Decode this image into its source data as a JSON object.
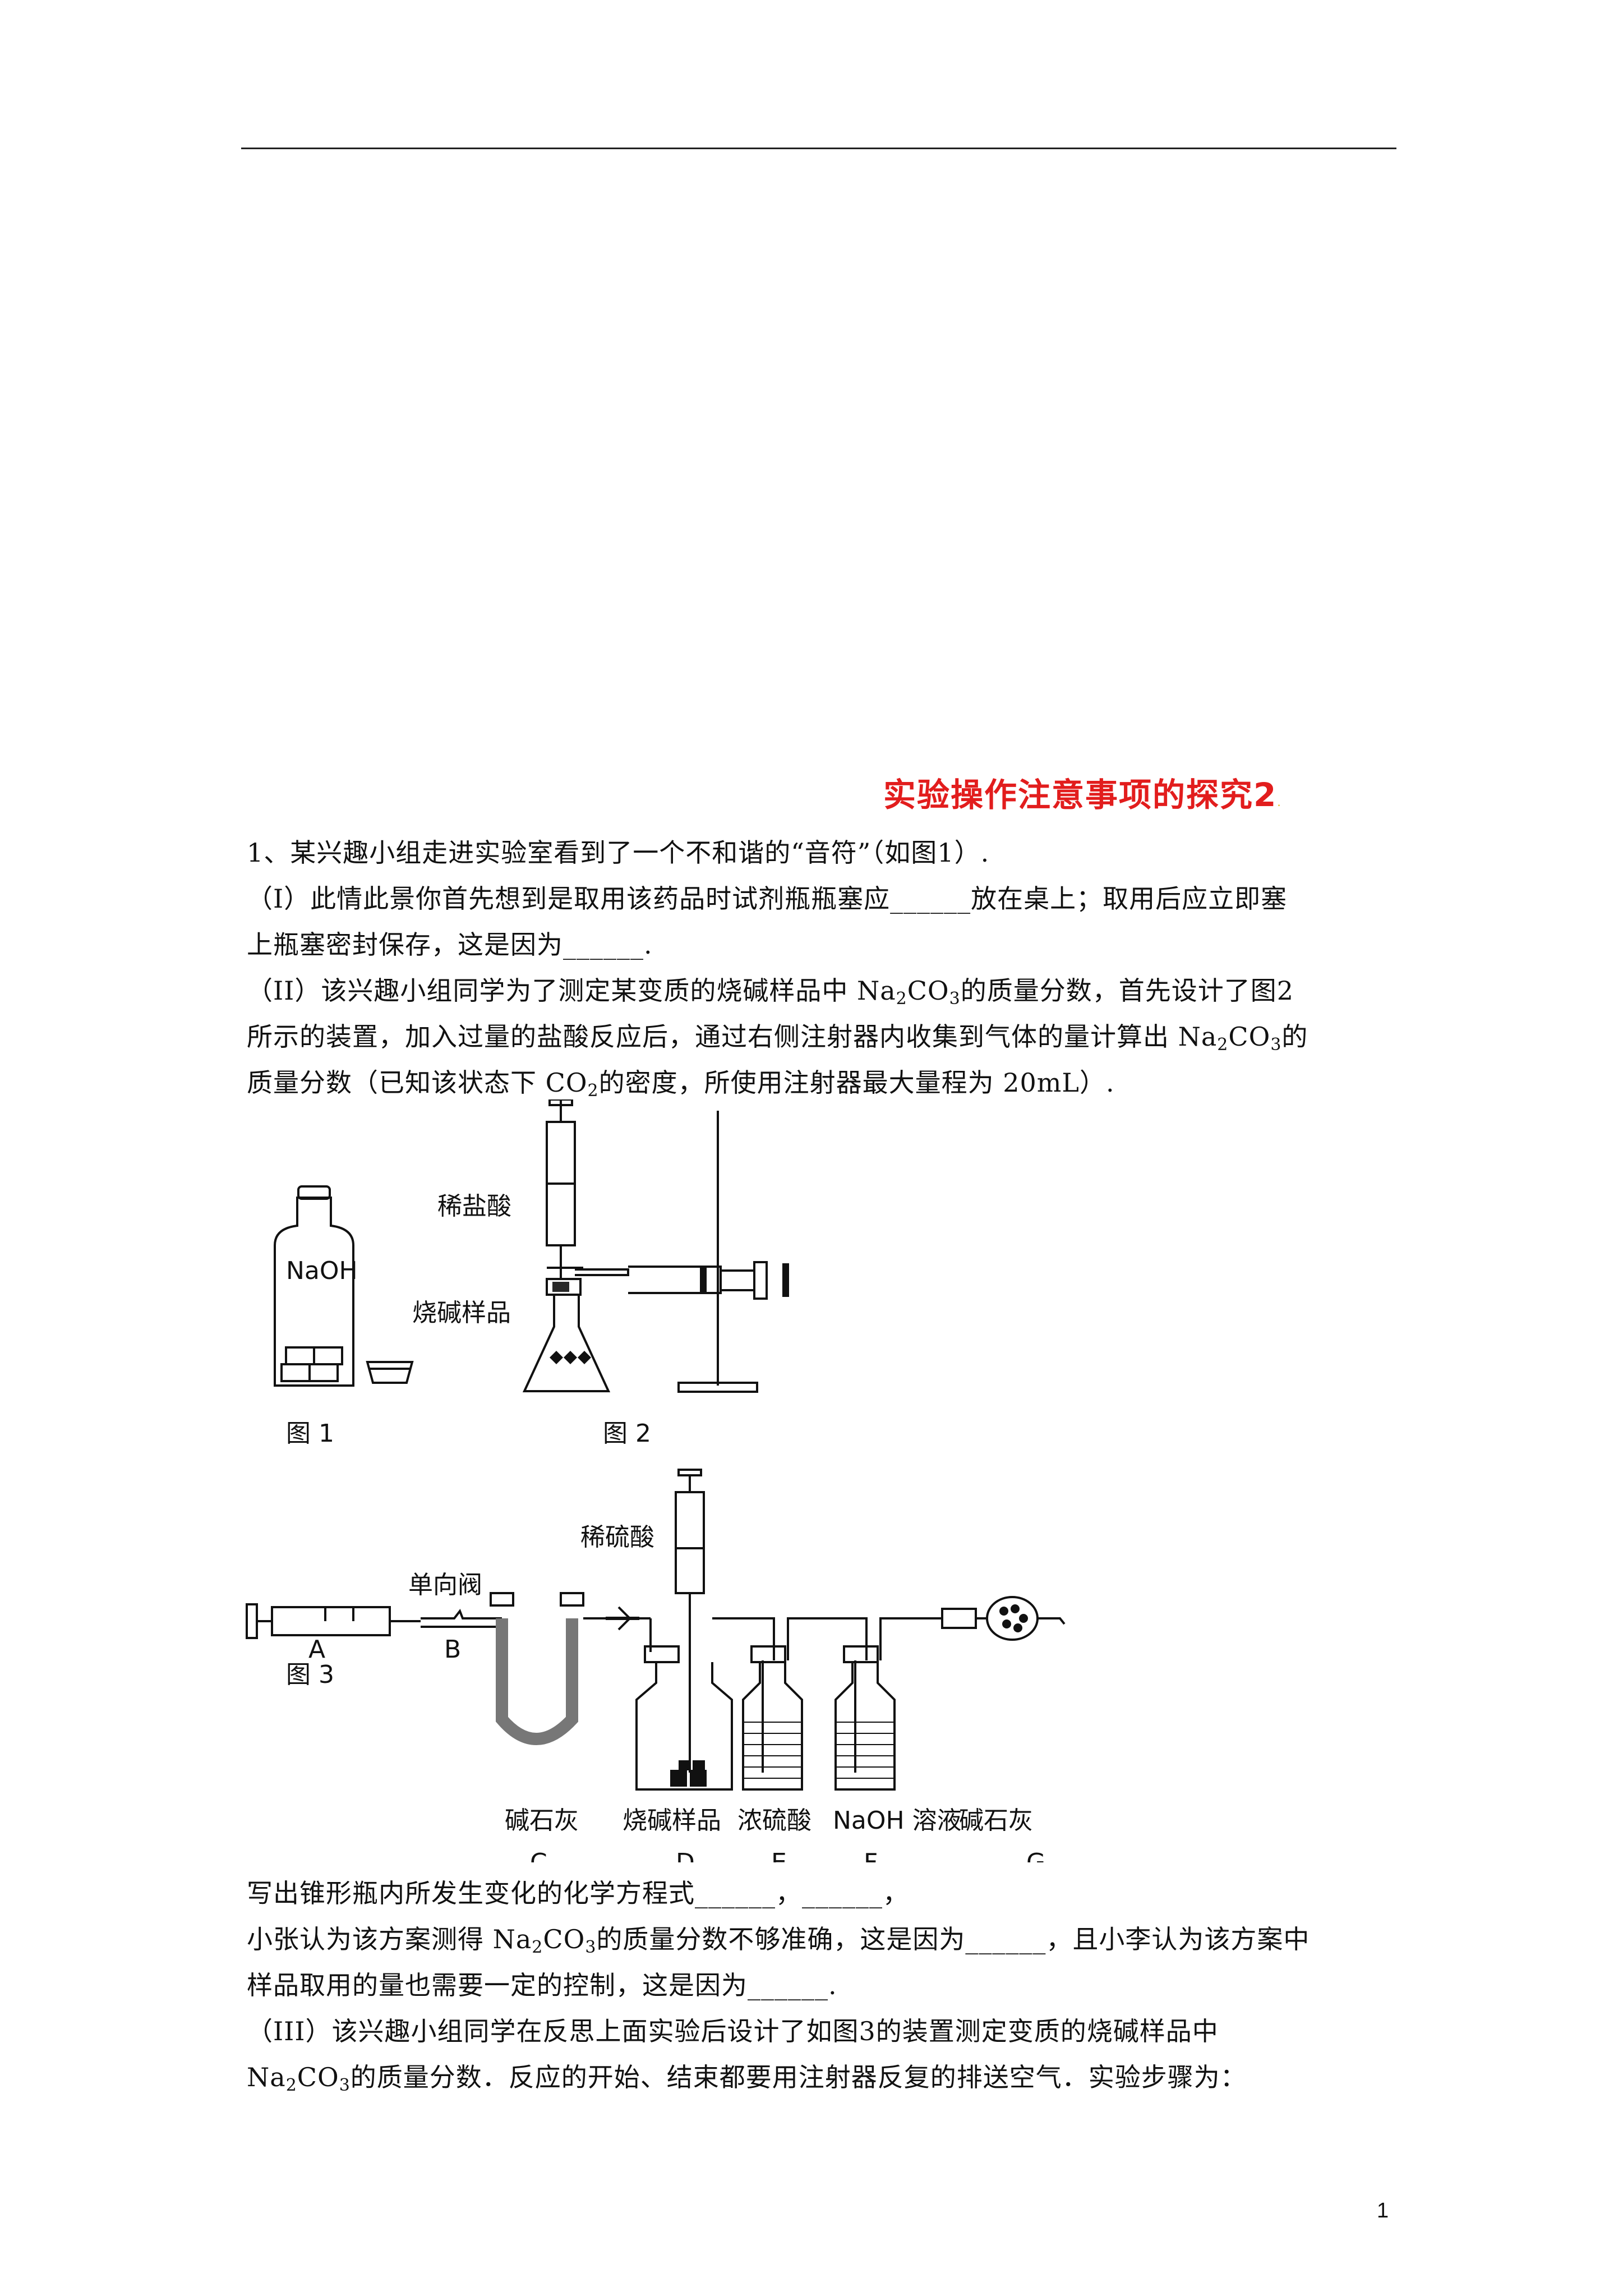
{
  "title": {
    "main": "实验操作注意事项的探究2",
    "tail": "."
  },
  "question": {
    "line1": "1、某兴趣小组走进实验室看到了一个不和谐的“音符”（如图1）.",
    "line2": "（I）此情此景你首先想到是取用该药品时试剂瓶瓶塞应______放在桌上；取用后应立即塞",
    "line3": "上瓶塞密封保存，这是因为______.",
    "line4a": "（II）该兴趣小组同学为了测定某变质的烧碱样品中 Na",
    "line4b": "CO",
    "line4c": "的质量分数，首先设计了图2",
    "line5a": "所示的装置，加入过量的盐酸反应后，通过右侧注射器内收集到气体的量计算出 Na",
    "line5b": "CO",
    "line5c": "的",
    "line6a": "质量分数（已知该状态下 CO",
    "line6b": "的密度，所使用注射器最大量程为 20mL）.",
    "sub2": "2",
    "sub3": "3",
    "line7": "写出锥形瓶内所发生变化的化学方程式______，______，",
    "line8a": "小张认为该方案测得 Na",
    "line8b": "CO",
    "line8c": "的质量分数不够准确，这是因为______，且小李认为该方案中",
    "line9": "样品取用的量也需要一定的控制，这是因为______.",
    "line10": "（III）该兴趣小组同学在反思上面实验后设计了如图3的装置测定变质的烧碱样品中",
    "line11a": "Na",
    "line11b": "CO",
    "line11c": "的质量分数．反应的开始、结束都要用注射器反复的排送空气．实验步骤为："
  },
  "figures": {
    "fig1": {
      "bottle_label": "NaOH",
      "caption": "图 1"
    },
    "fig2": {
      "acid_label": "稀盐酸",
      "sample_label": "烧碱样品",
      "caption": "图 2"
    },
    "fig3": {
      "acid_label": "稀硫酸",
      "valve_label": "单向阀",
      "caption": "图 3",
      "letters": [
        "A",
        "B",
        "C",
        "D",
        "E",
        "F",
        "G"
      ],
      "contents": [
        "碱石灰",
        "烧碱样品",
        "浓硫酸",
        "NaOH 溶液",
        "碱石灰"
      ]
    }
  },
  "page_number": "1"
}
